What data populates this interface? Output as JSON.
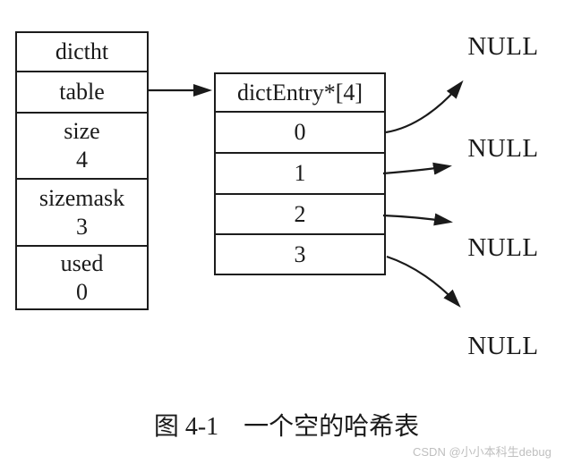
{
  "figure": {
    "caption": "图 4-1　一个空的哈希表",
    "watermark": "CSDN @小小本科生debug"
  },
  "dictht_box": {
    "rows": [
      {
        "label": "dictht",
        "value": ""
      },
      {
        "label": "table",
        "value": ""
      },
      {
        "label": "size",
        "value": "4"
      },
      {
        "label": "sizemask",
        "value": "3"
      },
      {
        "label": "used",
        "value": "0"
      }
    ]
  },
  "entry_array_box": {
    "header": "dictEntry*[4]",
    "slots": [
      "0",
      "1",
      "2",
      "3"
    ]
  },
  "null_labels": [
    "NULL",
    "NULL",
    "NULL",
    "NULL"
  ],
  "colors": {
    "line": "#1a1a1a",
    "text": "#1a1a1a",
    "watermark": "#bfbfbf",
    "background": "#ffffff"
  }
}
